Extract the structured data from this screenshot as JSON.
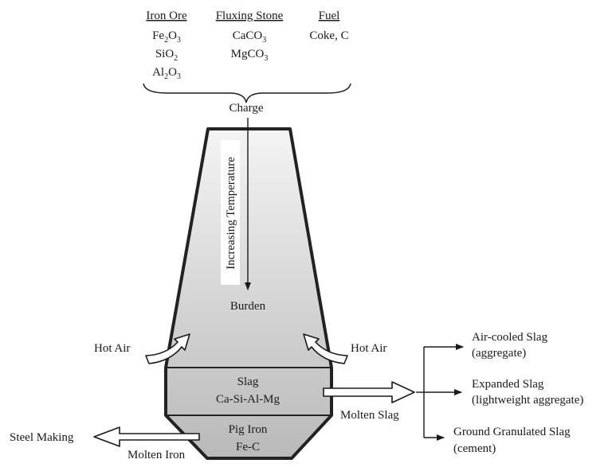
{
  "charge_inputs": {
    "iron_ore": {
      "heading": "Iron Ore",
      "formulas": [
        [
          "Fe",
          "2",
          "O",
          "3"
        ],
        [
          "SiO",
          "2"
        ],
        [
          "Al",
          "2",
          "O",
          "3"
        ]
      ]
    },
    "fluxing_stone": {
      "heading": "Fluxing Stone",
      "formulas": [
        [
          "CaCO",
          "3"
        ],
        [
          "MgCO",
          "3"
        ]
      ]
    },
    "fuel": {
      "heading": "Fuel",
      "formulas": [
        [
          "Coke, C"
        ]
      ]
    }
  },
  "charge_label": "Charge",
  "furnace": {
    "temperature_label": "Increasing Temperature",
    "burden_label": "Burden",
    "slag_label": "Slag",
    "slag_composition": "Ca-Si-Al-Mg",
    "pig_iron_label": "Pig Iron",
    "pig_iron_composition": "Fe-C",
    "gradient_top": "#f4f4f4",
    "gradient_bottom": "#b9b9b9",
    "outline_color": "#222222"
  },
  "hot_air_left": "Hot Air",
  "hot_air_right": "Hot Air",
  "molten_slag_label": "Molten Slag",
  "molten_iron_label": "Molten Iron",
  "steel_making_label": "Steel Making",
  "slag_products": [
    {
      "name": "Air-cooled Slag",
      "use": "(aggregate)"
    },
    {
      "name": "Expanded Slag",
      "use": "(lightweight aggregate)"
    },
    {
      "name": "Ground Granulated Slag",
      "use": "(cement)"
    }
  ]
}
